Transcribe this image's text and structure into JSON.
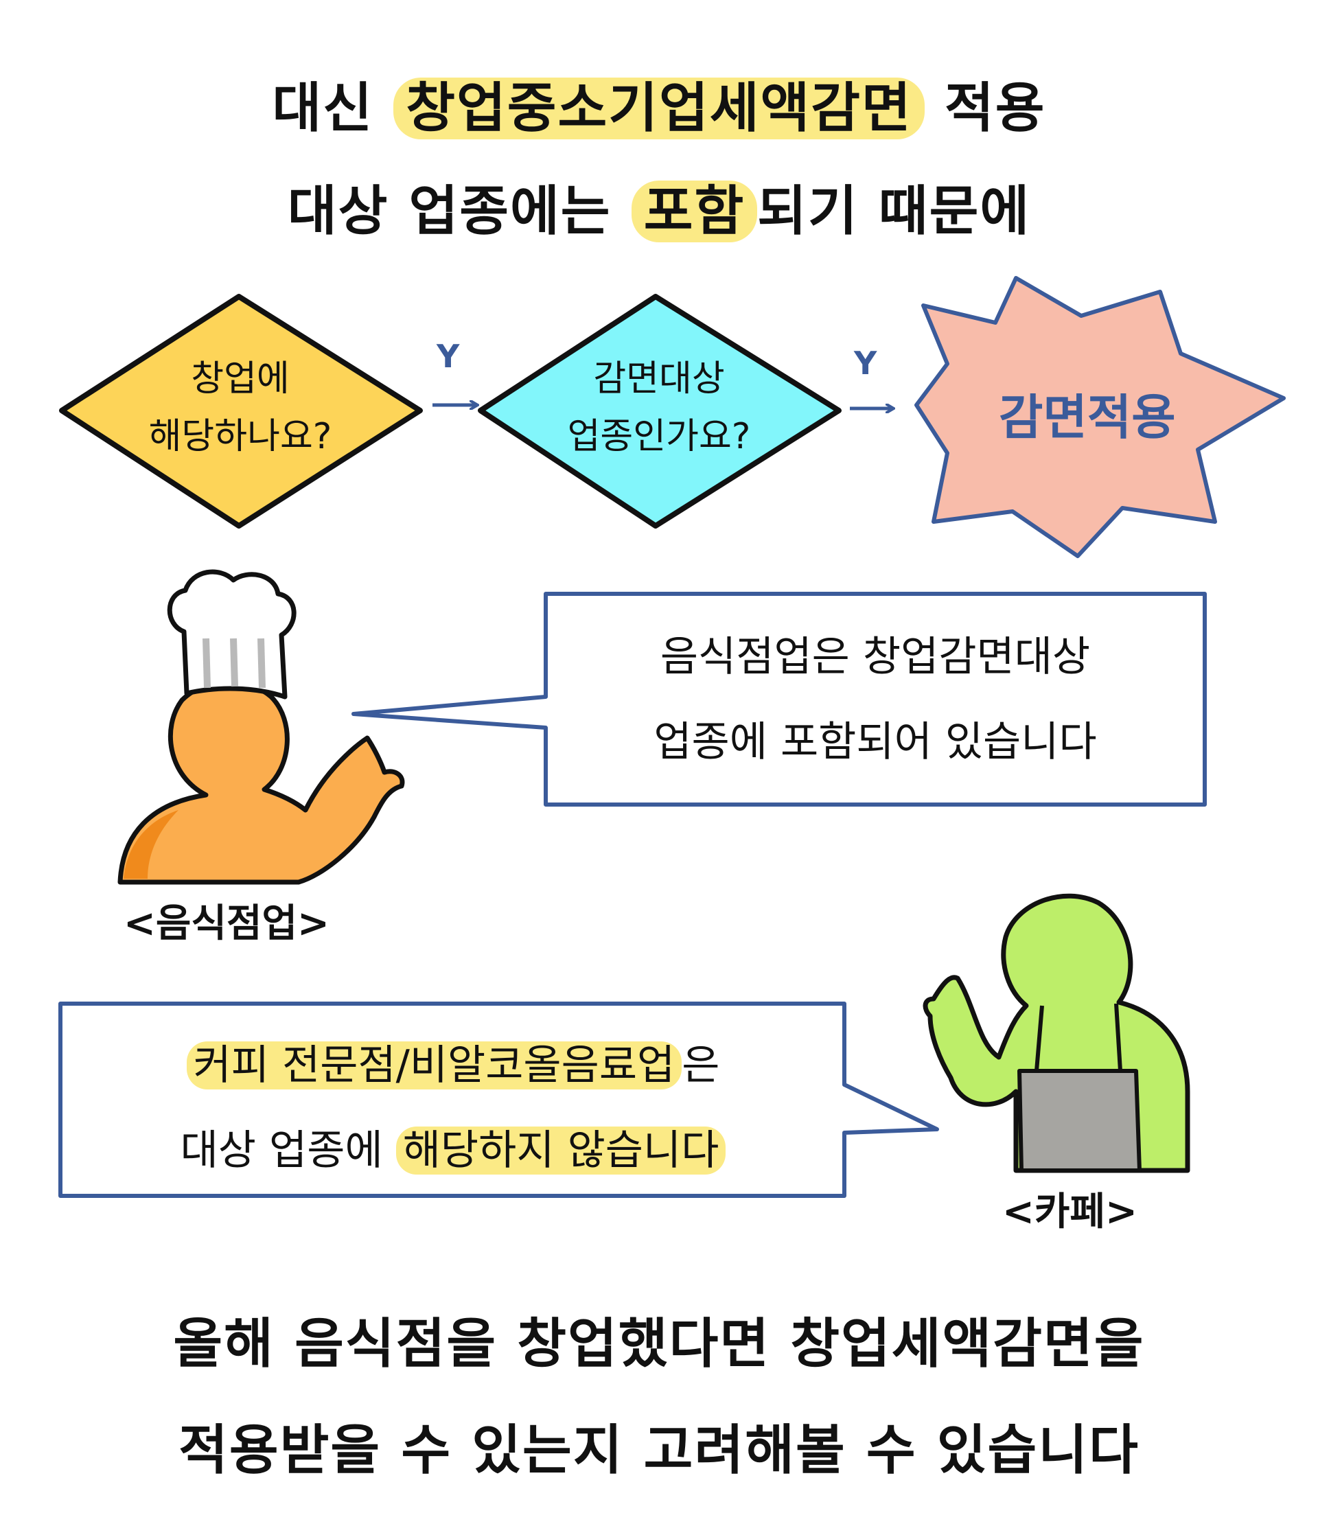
{
  "headline_top": {
    "line1_pre": "대신 ",
    "line1_highlight": "창업중소기업세액감면",
    "line1_post": " 적용",
    "line2_pre": "대상 업종에는 ",
    "line2_highlight": "포함",
    "line2_post": "되기 때문에"
  },
  "flowchart": {
    "step1_line1": "창업에",
    "step1_line2": "해당하나요?",
    "edge1_label": "Y",
    "step2_line1": "감면대상",
    "step2_line2": "업종인가요?",
    "edge2_label": "Y",
    "result": "감면적용"
  },
  "restaurant": {
    "bubble_line1": "음식점업은 창업감면대상",
    "bubble_line2": "업종에 포함되어 있습니다",
    "caption": "<음식점업>"
  },
  "cafe": {
    "bubble_line1_highlight": "커피 전문점/비알코올음료업",
    "bubble_line1_post": "은",
    "bubble_line2_pre": "대상 업종에 ",
    "bubble_line2_highlight": "해당하지 않습니다",
    "caption": "<카페>"
  },
  "headline_bottom": {
    "line1": "올해 음식점을 창업했다면 창업세액감면을",
    "line2": "적용받을 수 있는지 고려해볼 수 있습니다"
  },
  "colors": {
    "highlight": "#fbea86",
    "diamond1_fill": "#fdd458",
    "diamond2_fill": "#82f6fb",
    "burst_fill": "#f8bcaa",
    "outline_blue": "#3b5b9a",
    "chef_body": "#fbad4e",
    "cafe_body": "#bdee69",
    "apron": "#a6a5a1"
  }
}
